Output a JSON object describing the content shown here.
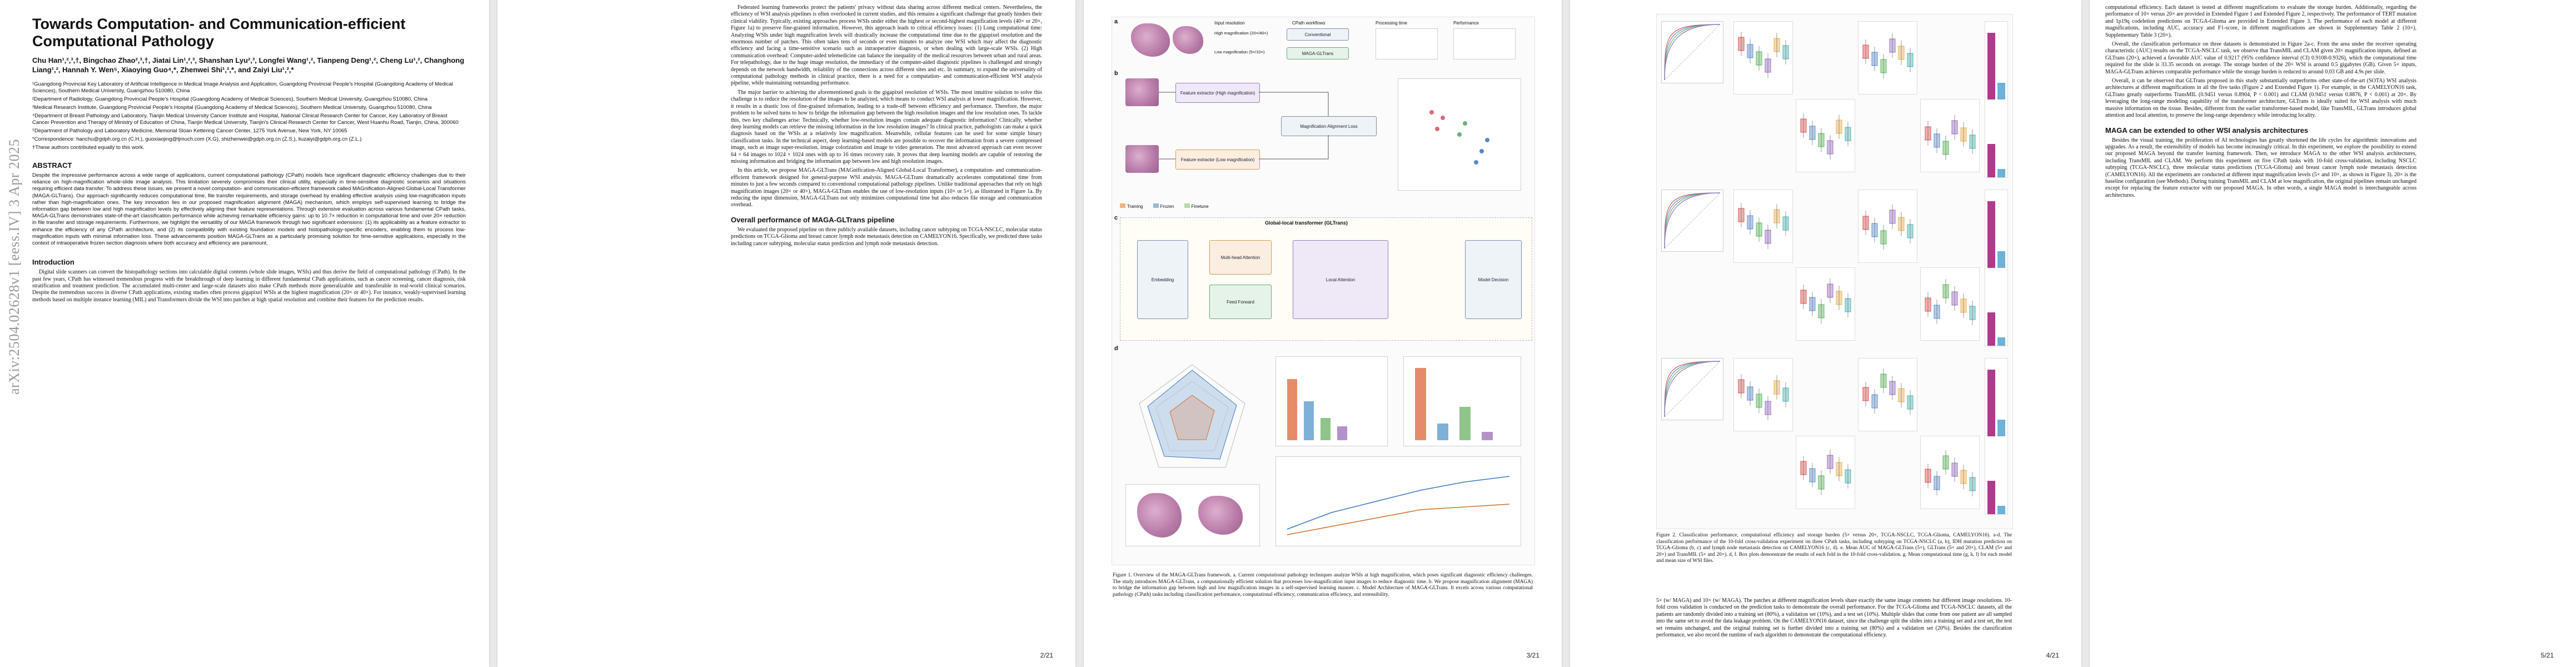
{
  "arxiv_stamp": "arXiv:2504.02628v1  [eess.IV]  3 Apr 2025",
  "page1": {
    "title": "Towards Computation- and Communication-efficient Computational Pathology",
    "authors": "Chu Han¹,²,³,†, Bingchao Zhao²,³,†, Jiatai Lin¹,²,³, Shanshan Lyu²,³, Longfei Wang¹,², Tianpeng Deng¹,², Cheng Lu¹,², Changhong Liang¹,², Hannah Y. Wen⁵, Xiaoying Guo⁴,*, Zhenwei Shi¹,²,*, and Zaiyi Liu¹,²,*",
    "affiliations": [
      "¹Guangdong Provincial Key Laboratory of Artificial Intelligence in Medical Image Analysis and Application, Guangdong Provincial People's Hospital (Guangdong Academy of Medical Sciences), Southern Medical University, Guangzhou 510080, China",
      "²Department of Radiology, Guangdong Provincial People's Hospital (Guangdong Academy of Medical Sciences), Southern Medical University, Guangzhou 510080, China",
      "³Medical Research Institute, Guangdong Provincial People's Hospital (Guangdong Academy of Medical Sciences), Southern Medical University, Guangzhou 510080, China",
      "⁴Department of Breast Pathology and Laboratory, Tianjin Medical University Cancer Institute and Hospital, National Clinical Research Center for Cancer, Key Laboratory of Breast Cancer Prevention and Therapy of Ministry of Education of China, Tianjin Medical University, Tianjin's Clinical Research Center for Cancer, West Huanhu Road, Tianjin, China, 300060",
      "⁵Department of Pathology and Laboratory Medicine, Memorial Sloan Kettering Cancer Center, 1275 York Avenue, New York, NY 10065",
      "*Correspondence: hanchu@gdph.org.cn (C.H.), guoxiaojing@tjmuch.com (X.G), shizhenwei@gdph.org.cn (Z.S.), liuzaiyi@gdph.org.cn (Z.L.)",
      "†These authors contributed equally to this work."
    ],
    "abstract_head": "ABSTRACT",
    "abstract": "Despite the impressive performance across a wide range of applications, current computational pathology (CPath) models face significant diagnostic efficiency challenges due to their reliance on high-magnification whole-slide image analysis. This limitation severely compromises their clinical utility, especially in time-sensitive diagnostic scenarios and situations requiring efficient data transfer. To address these issues, we present a novel computation- and communication-efficient framework called MAGnification-Aligned Global-Local Transformer (MAGA-GLTrans). Our approach significantly reduces computational time, file transfer requirements, and storage overhead by enabling effective analysis using low-magnification inputs rather than high-magnification ones. The key innovation lies in our proposed magnification alignment (MAGA) mechanism, which employs self-supervised learning to bridge the information gap between low and high magnification levels by effectively aligning their feature representations. Through extensive evaluation across various fundamental CPath tasks, MAGA-GLTrans demonstrates state-of-the-art classification performance while achieving remarkable efficiency gains: up to 10.7× reduction in computational time and over 20× reduction in file transfer and storage requirements. Furthermore, we highlight the versatility of our MAGA framework through two significant extensions: (1) its applicability as a feature extractor to enhance the efficiency of any CPath architecture, and (2) its compatibility with existing foundation models and histopathology-specific encoders, enabling them to process low-magnification inputs with minimal information loss. These advancements position MAGA-GLTrans as a particularly promising solution for time-sensitive applications, especially in the context of intraoperative frozen section diagnosis where both accuracy and efficiency are paramount.",
    "intro_head": "Introduction",
    "intro": "Digital slide scanners can convert the histopathology sections into calculable digital contents (whole slide images, WSIs) and thus derive the field of computational pathology (CPath). In the past few years, CPath has witnessed tremendous progress with the breakthrough of deep learning in different fundamental CPath applications, such as cancer screening, cancer diagnosis, risk stratification and treatment prediction. The accumulated multi-center and large-scale datasets also make CPath methods more generalizable and transferable in real-world clinical scenarios. Despite the tremendous success in diverse CPath applications, existing studies often process gigapixel WSIs at the highest magnification (20× or 40×). For instance, weakly-supervised learning methods based on multiple instance learning (MIL) and Transformers divide the WSI into patches at high spatial resolution and combine their features for the prediction results."
  },
  "page2": {
    "paragraphs": [
      "Federated learning frameworks protect the patients' privacy without data sharing across different medical centers. Nevertheless, the efficiency of WSI analysis pipelines is often overlooked in current studies, and this remains a significant challenge that greatly hinders their clinical viability. Typically, existing approaches process WSIs under either the highest or second-highest magnification levels (40× or 20×, Figure 1a) to preserve fine-grained information. However, this approach leads to critical efficiency issues: (1) Long computational time: Analyzing WSIs under high magnification levels will drastically increase the computational time due to the gigapixel resolution and the enormous number of patches. This often takes tens of seconds or even minutes to analyze one WSI which may affect the diagnostic efficiency and facing a time-sensitive scenario such as intraoperative diagnosis, or when dealing with large-scale WSIs. (2) High communication overhead: Computer-aided telemedicine can balance the inequality of the medical resources between urban and rural areas. For telepathology, due to the huge image resolution, the immediacy of the computer-aided diagnostic pipelines is challenged and strongly depends on the network bandwidth, reliability of the connections across different sites and etc. In summary, to expand the universality of computational pathology methods in clinical practice, there is a need for a computation- and communication-efficient WSI analysis pipeline, while maintaining outstanding performance.",
      "The major barrier to achieving the aforementioned goals is the gigapixel resolution of WSIs. The most intuitive solution to solve this challenge is to reduce the resolution of the images to be analyzed, which means to conduct WSI analysis at lower magnification. However, it results in a drastic loss of fine-grained information, leading to a trade-off between efficiency and performance. Therefore, the major problem to be solved turns to how to bridge the information gap between the high resolution images and the low resolution ones. To tackle this, two key challenges arise: Technically, whether low-resolution images contain adequate diagnostic information? Clinically, whether deep learning models can retrieve the missing information in the low resolution images? In clinical practice, pathologists can make a quick diagnosis based on the WSIs at a relatively low magnification. Meanwhile, cellular features can be used for some simple binary classification tasks. In the technical aspect, deep learning-based models are possible to recover the information from a severe compressed image, such as image super-resolution, image colorization and image to video generation. The most advanced approach can even recover 64 × 64 images to 1024 × 1024 ones with up to 16 times recovery rate. It proves that deep learning models are capable of restoring the missing information and bridging the information gap between low and high resolution images.",
      "In this article, we propose MAGA-GLTrans (MAGnification-Aligned Global-Local Transformer), a computation- and communication-efficient framework designed for general-purpose WSI analysis. MAGA-GLTrans dramatically accelerates computational time from minutes to just a few seconds compared to conventional computational pathology pipelines. Unlike traditional approaches that rely on high magnification images (20× or 40×), MAGA-GLTrans enables the use of low-resolution inputs (10× or 5×), as illustrated in Figure 1a. By reducing the input dimension, MAGA-GLTrans not only minimizes computational time but also reduces file storage and communication overhead.",
      "Overall performance of MAGA-GLTrans pipeline",
      "We evaluated the proposed pipeline on three publicly available datasets, including cancer subtyping on TCGA-NSCLC, molecular status predictions on TCGA-Glioma and breast cancer lymph node metastasis detection on CAMELYON16. Specifically, we predicted three tasks including cancer subtyping, molecular status prediction and lymph node metastasis detection."
    ]
  },
  "page3": {
    "caption": "Figure 1. Overview of the MAGA-GLTrans framework. a. Current computational pathology techniques analyze WSIs at high magnification, which poses significant diagnostic efficiency challenges. The study introduces MAGA-GLTrans, a computationally efficient solution that processes low-magnification input images to reduce diagnostic time. b. We propose magnification alignment (MAGA) to bridge the information gap between high and low magnification images in a self-supervised learning manner. c. Model Architecture of MAGA-GLTrans. It excels across various computational pathology (CPath) tasks including classification performance, computational efficiency, communication efficiency, and extensibility.",
    "panel_a": {
      "labels": [
        "Input resolution",
        "CPath workflows",
        "Processing time",
        "Performance"
      ],
      "rows": [
        "High magnification (20×/40×)",
        "Low magnification (5×/10×)"
      ],
      "flow_top": "Conventional",
      "flow_bottom": "MAGA-GLTrans"
    },
    "panel_b": {
      "labels": [
        "Feature extractor (High magnification)",
        "Feature extractor (Low magnification)",
        "Magnification Alignment Loss"
      ]
    },
    "panel_c": {
      "title": "Global-local transformer (GLTrans)",
      "blocks": [
        "Embedding",
        "Multi-head Attention",
        "Feed Forward",
        "Local Attention",
        "Model Decision"
      ]
    },
    "legend": [
      "Training",
      "Frozen",
      "Finetune"
    ]
  },
  "page4": {
    "caption": "Figure 2. Classification performance, computational efficiency and storage burden (5× versus 20×, TCGA-NSCLC, TCGA-Glioma, CAMELYON16). a-d. The classification performance of the 10-fold cross-validation experiment on three CPath tasks, including subtyping on TCGA-NSCLC (a, b), IDH mutation prediction on TCGA-Glioma (b, c) and lymph node metastasis detection on CAMELYON16 (c, d). e. Mean AUC of MAGA-GLTrans (5×), GLTrans (5× and 20×), CLAM (5× and 20×) and TransMIL (5× and 20×). d, f. Box plots demonstrate the results of each fold in the 10-fold cross-validation. g. Mean computational time (g, k, l) for each model and mean size of WSI files.",
    "body": "5× (w/ MAGA) and 10× (w/ MAGA). The patches at different magnification levels share exactly the same image contents but different image resolutions. 10-fold cross validation is conducted on the prediction tasks to demonstrate the overall performance. For the TCGA-Glioma and TCGA-NSCLC datasets, all the patients are randomly divided into a training set (80%), a validation set (10%), and a test set (10%). Multiple slides that come from one patient are all sampled into the same set to avoid the data leakage problem. On the CAMELYON16 dataset, since the challenge split the slides into a training set and a test set, the test set remains unchanged, and the original training set is further divided into a training set (80%) and a validation set (20%). Besides the classification performance, we also record the runtime of each algorithm to demonstrate the computational efficiency."
  },
  "page5": {
    "paragraphs": [
      "computational efficiency. Each dataset is tested at different magnifications to evaluate the storage burden. Additionally, regarding the performance of 10× versus 20× are provided in Extended Figure 1 and Extended Figure 2, respectively. The performance of TERT mutation and 1p19q codeletion predictions on TCGA-Glioma are provided in Extended Figure 3. The performance of each model at different magnifications, including AUC, accuracy and F1-score, in different magnifications are shown in Supplementary Table 2 (10×), Supplementary Table 3 (20×).",
      "Overall, the classification performance on three datasets is demonstrated in Figure 2a-c. From the area under the receiver operating characteristic (AUC) results on the TCGA-NSCLC task, we observe that TransMIL and CLAM given 20× magnification inputs, defined as GLTrans (20×), achieved a favorable AUC value of 0.9217 (95% confidence interval (CI) 0.9108-0.9326), which the computational time required for the slide is 33.35 seconds on average. The storage burden of the 20× WSI is around 0.5 gigabytes (GB). Given 5× inputs, MAGA-GLTrans achieves comparable performance while the storage burden is reduced to around 0.03 GB and 4.9s per slide.",
      "Overall, it can be observed that GLTrans proposed in this study substantially outperforms other state-of-the-art (SOTA) WSI analysis architectures at different magnifications in all the five tasks (Figure 2 and Extended Figure 1). For example, in the CAMELYON16 task, GLTrans greatly outperforms TransMIL (0.9451 versus 0.8904, P < 0.001) and CLAM (0.9451 versus 0.8876, P < 0.001) at 20×. By leveraging the long-range modeling capability of the transformer architecture, GLTrans is ideally suited for WSI analysis with much massive information on the tissue. Besides, different from the earlier transformer-based model, like TransMIL, GLTrans introduces global attention and local attention, to preserve the long-range dependency while introducing locality.",
      "MAGA can be extended to other WSI analysis architectures",
      "Besides the visual training, the proliferation of AI technologies has greatly shortened the life cycles for algorithmic innovations and upgrades. As a result, the extensibility of models has become increasingly critical. In this experiment, we explore the possibility to extend our proposed MAGA beyond the transfer learning framework. Then, we introduce MAGA to the other WSI analysis architectures, including TransMIL and CLAM. We perform this experiment on five CPath tasks with 10-fold cross-validation, including NSCLC subtyping (TCGA-NSCLC), three molecular status predictions (TCGA-Glioma) and breast cancer lymph node metastasis detection (CAMELYON16). All the experiments are conducted at different input magnification levels (5× and 10×, as shown in Figure 3). 20× is the baseline configuration (see Methods). During training TransMIL and CLAM at low magnification, the original pipelines remain unchanged except for replacing the feature extractor with our proposed MAGA. In other words, a single MAGA model is interchangeable across architectures."
    ]
  },
  "footers": [
    "2/21",
    "3/21",
    "4/21",
    "5/21"
  ]
}
